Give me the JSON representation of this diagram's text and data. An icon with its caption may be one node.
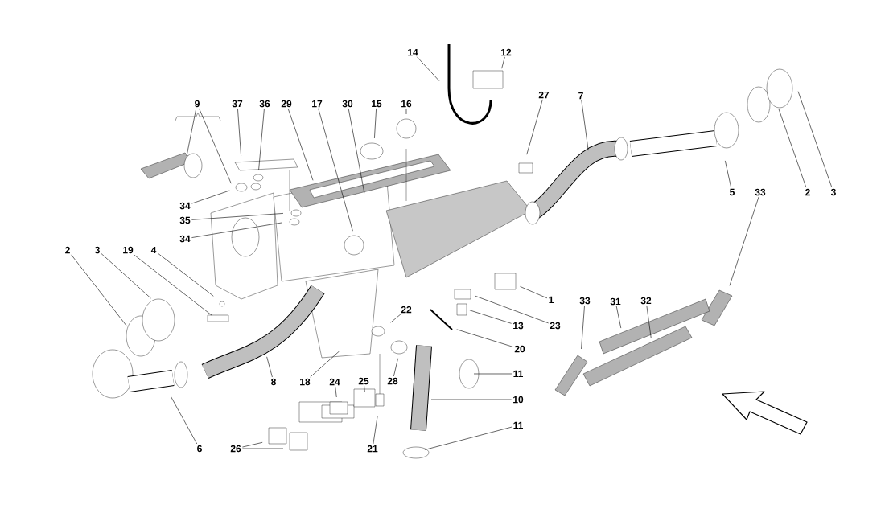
{
  "diagram": {
    "nodes": [
      {
        "text": [
          "14"
        ]
      },
      {
        "text": [
          "12"
        ]
      },
      {
        "text": [
          "9"
        ]
      },
      {
        "text": [
          "37"
        ]
      },
      {
        "text": [
          "36"
        ]
      },
      {
        "text": [
          "29"
        ]
      },
      {
        "text": [
          "17"
        ]
      },
      {
        "text": [
          "30"
        ]
      },
      {
        "text": [
          "15"
        ]
      },
      {
        "text": [
          "16"
        ]
      },
      {
        "text": [
          "27"
        ]
      },
      {
        "text": [
          "7"
        ]
      },
      {
        "text": [
          "5"
        ]
      },
      {
        "text": [
          "33"
        ]
      },
      {
        "text": [
          "2"
        ]
      },
      {
        "text": [
          "3"
        ]
      },
      {
        "text": [
          "34"
        ]
      },
      {
        "text": [
          "35"
        ]
      },
      {
        "text": [
          "34"
        ]
      },
      {
        "text": [
          "2"
        ]
      },
      {
        "text": [
          "3"
        ]
      },
      {
        "text": [
          "19"
        ]
      },
      {
        "text": [
          "4"
        ]
      },
      {
        "text": [
          "1"
        ]
      },
      {
        "text": [
          "33"
        ]
      },
      {
        "text": [
          "31"
        ]
      },
      {
        "text": [
          "32"
        ]
      },
      {
        "text": [
          "22"
        ]
      },
      {
        "text": [
          "13"
        ]
      },
      {
        "text": [
          "23"
        ]
      },
      {
        "text": [
          "20"
        ]
      },
      {
        "text": [
          "11"
        ]
      },
      {
        "text": [
          "8"
        ]
      },
      {
        "text": [
          "18"
        ]
      },
      {
        "text": [
          "24"
        ]
      },
      {
        "text": [
          "25"
        ]
      },
      {
        "text": [
          "28"
        ]
      },
      {
        "text": [
          "10"
        ]
      },
      {
        "text": [
          "11"
        ]
      },
      {
        "text": [
          "6"
        ]
      },
      {
        "text": [
          "26"
        ]
      },
      {
        "text": [
          "21"
        ]
      }
    ],
    "edges": [
      {
        "from": 0,
        "to": null,
        "arrow": "none"
      },
      {
        "from": 1,
        "to": null,
        "arrow": "none"
      },
      {
        "from": 2,
        "to": null,
        "arrow": "none"
      },
      {
        "from": 2,
        "to": null,
        "arrow": "none"
      },
      {
        "from": 3,
        "to": null,
        "arrow": "none"
      },
      {
        "from": 4,
        "to": null,
        "arrow": "none"
      },
      {
        "from": 5,
        "to": null,
        "arrow": "none"
      },
      {
        "from": 6,
        "to": null,
        "arrow": "none"
      },
      {
        "from": 7,
        "to": null,
        "arrow": "none"
      },
      {
        "from": 8,
        "to": null,
        "arrow": "none"
      },
      {
        "from": 9,
        "to": null,
        "arrow": "none"
      },
      {
        "from": 10,
        "to": null,
        "arrow": "none"
      },
      {
        "from": 11,
        "to": null,
        "arrow": "none"
      },
      {
        "from": 12,
        "to": null,
        "arrow": "none"
      },
      {
        "from": 13,
        "to": null,
        "arrow": "none"
      },
      {
        "from": 14,
        "to": null,
        "arrow": "none"
      },
      {
        "from": 15,
        "to": null,
        "arrow": "none"
      },
      {
        "from": 16,
        "to": null,
        "arrow": "none"
      },
      {
        "from": 17,
        "to": null,
        "arrow": "none"
      },
      {
        "from": 18,
        "to": null,
        "arrow": "none"
      },
      {
        "from": 19,
        "to": null,
        "arrow": "none"
      },
      {
        "from": 20,
        "to": null,
        "arrow": "none"
      },
      {
        "from": 21,
        "to": null,
        "arrow": "none"
      },
      {
        "from": 22,
        "to": null,
        "arrow": "none"
      },
      {
        "from": 23,
        "to": null,
        "arrow": "none"
      },
      {
        "from": 24,
        "to": null,
        "arrow": "none"
      },
      {
        "from": 25,
        "to": null,
        "arrow": "none"
      },
      {
        "from": 26,
        "to": null,
        "arrow": "none"
      },
      {
        "from": 27,
        "to": null,
        "arrow": "none"
      },
      {
        "from": 28,
        "to": null,
        "arrow": "none"
      },
      {
        "from": 29,
        "to": null,
        "arrow": "none"
      },
      {
        "from": 30,
        "to": null,
        "arrow": "none"
      },
      {
        "from": 31,
        "to": null,
        "arrow": "none"
      },
      {
        "from": 32,
        "to": null,
        "arrow": "none"
      },
      {
        "from": 33,
        "to": null,
        "arrow": "none"
      },
      {
        "from": 34,
        "to": null,
        "arrow": "none"
      },
      {
        "from": 35,
        "to": null,
        "arrow": "none"
      },
      {
        "from": 36,
        "to": null,
        "arrow": "none"
      },
      {
        "from": 37,
        "to": null,
        "arrow": "none"
      },
      {
        "from": 38,
        "to": null,
        "arrow": "none"
      },
      {
        "from": 39,
        "to": null,
        "arrow": "none"
      },
      {
        "from": 40,
        "to": null,
        "arrow": "none"
      },
      {
        "from": 40,
        "to": null,
        "arrow": "none"
      },
      {
        "from": 41,
        "to": null,
        "arrow": "none"
      }
    ]
  }
}
